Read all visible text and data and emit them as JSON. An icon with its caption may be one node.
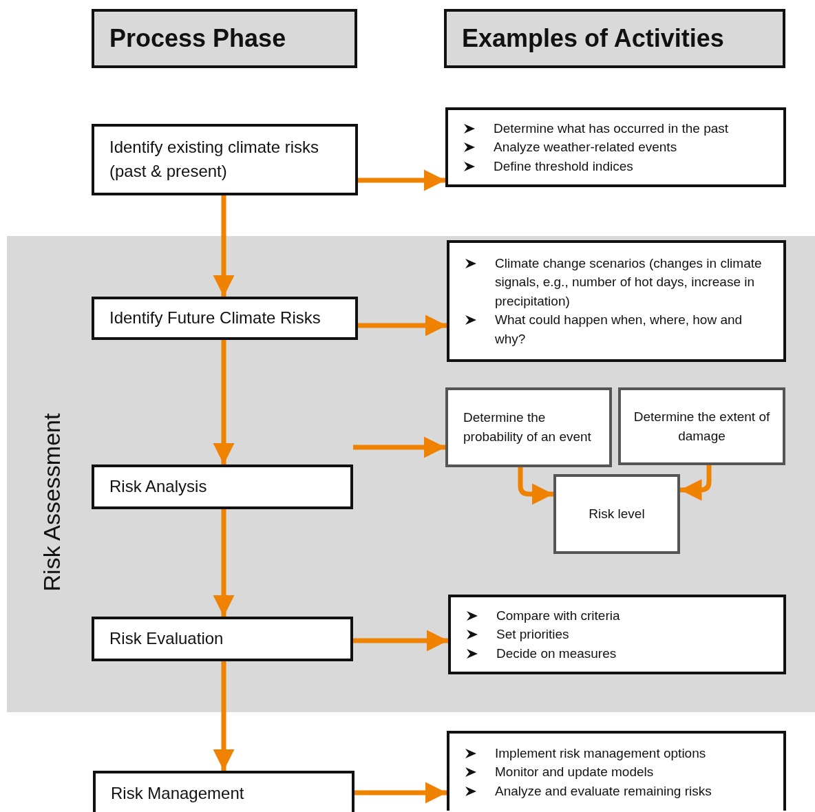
{
  "diagram": {
    "nodes": [
      {
        "text": [
          "Process Phase"
        ]
      },
      {
        "text": [
          "Examples of Activities"
        ]
      },
      {
        "text": [
          "Identify existing climate risks (past & present)"
        ]
      },
      {
        "text": [
          "Determine what has occurred in the past",
          "Analyze weather-related events",
          "Define threshold indices"
        ]
      },
      {
        "text": [
          "Risk Assessment"
        ]
      },
      {
        "text": [
          "Identify Future Climate Risks"
        ],
        "in": 4
      },
      {
        "text": [
          "Climate change scenarios (changes in climate signals, e.g., number of hot days, increase in precipitation)",
          "What could happen when, where, how and why?"
        ],
        "in": 4
      },
      {
        "text": [
          "Risk Analysis"
        ],
        "in": 4
      },
      {
        "text": [
          "Determine the probability of an event"
        ],
        "in": 4
      },
      {
        "text": [
          "Determine the extent of damage"
        ],
        "in": 4
      },
      {
        "text": [
          "Risk level"
        ],
        "in": 4
      },
      {
        "text": [
          "Risk Evaluation"
        ],
        "in": 4
      },
      {
        "text": [
          "Compare with criteria",
          "Set priorities",
          "Decide on measures"
        ],
        "in": 4
      },
      {
        "text": [
          "Risk Management"
        ]
      },
      {
        "text": [
          "Implement risk management options",
          "Monitor and update models",
          "Analyze and evaluate remaining risks"
        ]
      }
    ],
    "edges": [
      {
        "from": 2,
        "to": 3,
        "arrow": "to"
      },
      {
        "from": 2,
        "to": 5,
        "arrow": "to"
      },
      {
        "from": 5,
        "to": 6,
        "arrow": "to"
      },
      {
        "from": 5,
        "to": 7,
        "arrow": "to"
      },
      {
        "from": 7,
        "to": 8,
        "arrow": "to"
      },
      {
        "from": 8,
        "to": 10,
        "arrow": "to"
      },
      {
        "from": 9,
        "to": 10,
        "arrow": "to"
      },
      {
        "from": 7,
        "to": 11,
        "arrow": "to"
      },
      {
        "from": 11,
        "to": 12,
        "arrow": "to"
      },
      {
        "from": 11,
        "to": 13,
        "arrow": "to"
      },
      {
        "from": 13,
        "to": 14,
        "arrow": "to"
      }
    ]
  }
}
